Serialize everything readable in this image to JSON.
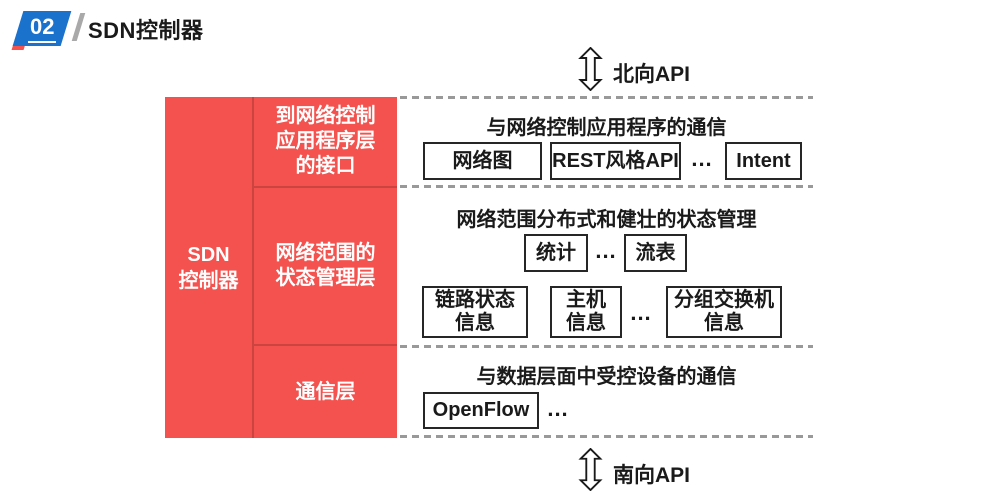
{
  "header": {
    "badge_number": "02",
    "title": "SDN控制器"
  },
  "apis": {
    "north": "北向API",
    "south": "南向API"
  },
  "controller": {
    "label": "SDN\n控制器",
    "layers": [
      {
        "label": "到网络控制\n应用程序层\n的接口"
      },
      {
        "label": "网络范围的\n状态管理层"
      },
      {
        "label": "通信层"
      }
    ]
  },
  "sections": [
    {
      "title": "与网络控制应用程序的通信",
      "items": [
        "网络图",
        "REST风格API",
        "Intent"
      ],
      "ellipsis": "..."
    },
    {
      "title": "网络范围分布式和健壮的状态管理",
      "row1": [
        "统计",
        "流表"
      ],
      "row1_ellipsis": "...",
      "row2": [
        "链路状态\n信息",
        "主机\n信息",
        "分组交换机\n信息"
      ],
      "row2_ellipsis": "..."
    },
    {
      "title": "与数据层面中受控设备的通信",
      "items": [
        "OpenFlow"
      ],
      "ellipsis": "..."
    }
  ],
  "colors": {
    "accent_red": "#F4524E",
    "divider_red": "#CC443F",
    "badge_blue": "#1B72CC",
    "dash_gray": "#999999",
    "box_border": "#262626"
  }
}
